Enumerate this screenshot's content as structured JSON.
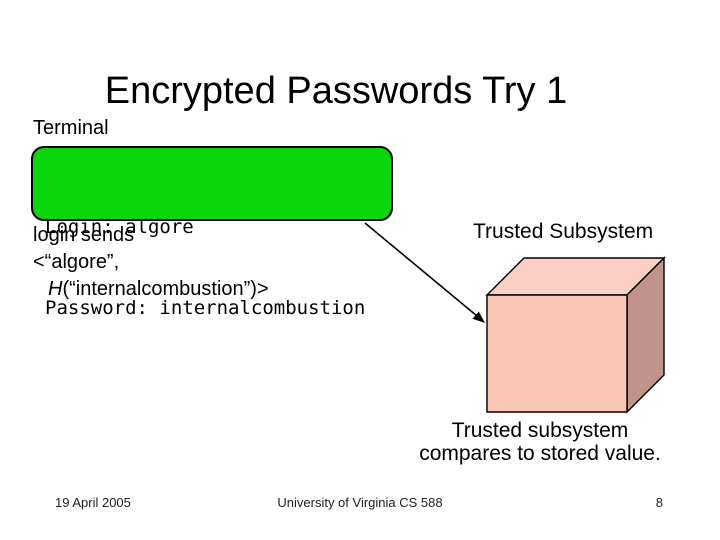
{
  "slide": {
    "title": "Encrypted Passwords Try 1",
    "background": "#ffffff"
  },
  "terminal": {
    "label": "Terminal",
    "lines": [
      "Login: algore",
      "Password: internalcombustion"
    ],
    "box_fill": "#0bd50b",
    "box_outline": "#000000"
  },
  "message": {
    "line1": "login sends",
    "line2": "<“algore”,",
    "line3_h": "H",
    "line3_rest": "(“internalcombustion”)>"
  },
  "subsystem": {
    "label": "Trusted Subsystem",
    "caption_line1": "Trusted subsystem",
    "caption_line2": "compares to stored value.",
    "cube_colors": {
      "top": "#fccfc4",
      "front": "#fcc6b6",
      "right": "#c2938a",
      "outline": "#000000"
    },
    "arrow_color": "#000000"
  },
  "footer": {
    "date": "19 April 2005",
    "center": "University of Virginia CS 588",
    "page": "8"
  }
}
